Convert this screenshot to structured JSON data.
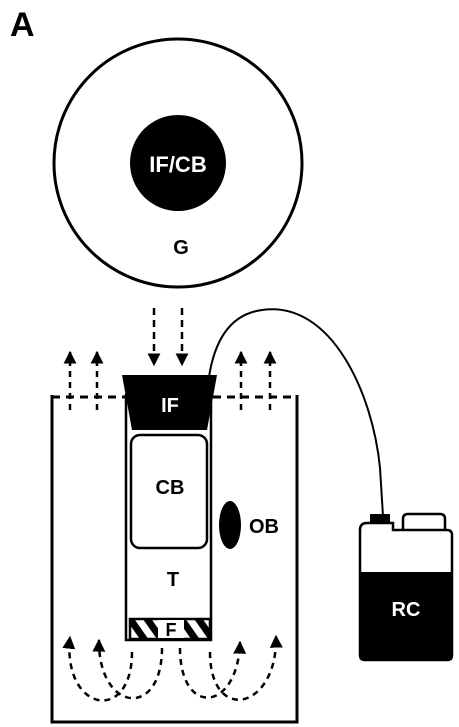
{
  "panel_label": "A",
  "labels": {
    "gel_center": "IF/CB",
    "gel_outer": "G",
    "inner_funnel": "IF",
    "cell_body": "CB",
    "tube": "T",
    "filter": "F",
    "outlet_bottle": "OB",
    "reservoir_container": "RC"
  },
  "colors": {
    "stroke": "#000000",
    "fill_dark": "#000000",
    "background": "#ffffff",
    "text_light": "#ffffff"
  }
}
